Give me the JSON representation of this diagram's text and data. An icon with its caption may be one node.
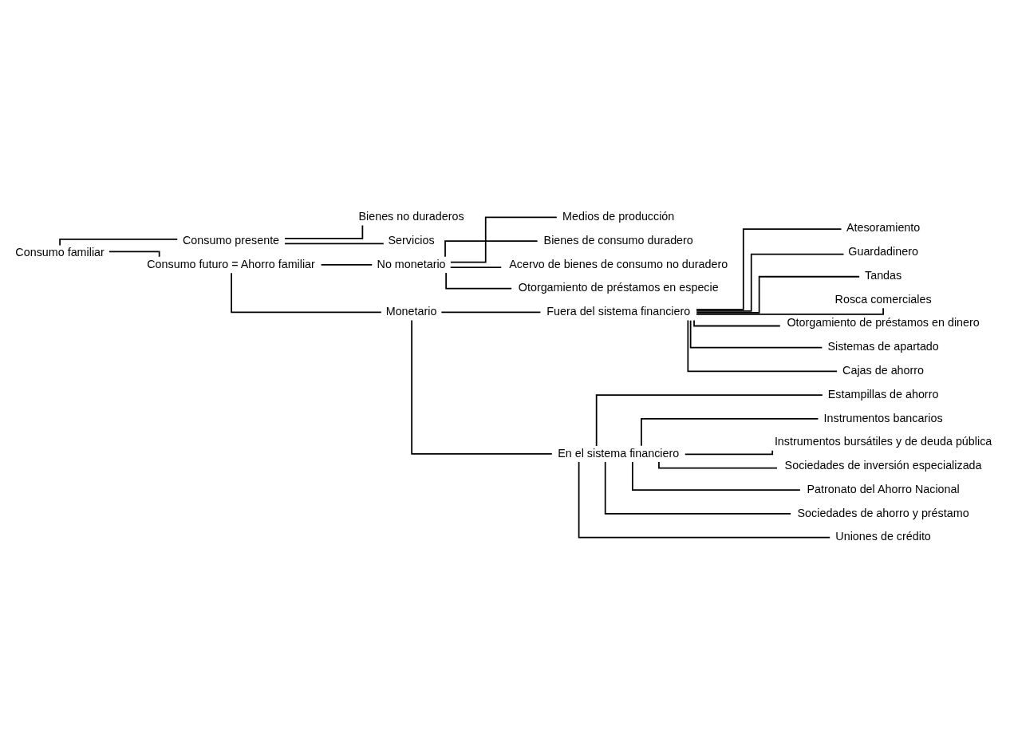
{
  "diagram": {
    "nodes": [
      {
        "text": [
          "Consumo familiar"
        ]
      },
      {
        "text": [
          "Consumo presente"
        ]
      },
      {
        "text": [
          "Bienes no duraderos"
        ]
      },
      {
        "text": [
          "Servicios"
        ]
      },
      {
        "text": [
          "Consumo futuro = Ahorro familiar"
        ]
      },
      {
        "text": [
          "No monetario"
        ]
      },
      {
        "text": [
          "Medios de producción"
        ]
      },
      {
        "text": [
          "Bienes de consumo duradero"
        ]
      },
      {
        "text": [
          "Acervo de bienes de consumo no duradero"
        ]
      },
      {
        "text": [
          "Otorgamiento de préstamos en especie"
        ]
      },
      {
        "text": [
          "Monetario"
        ]
      },
      {
        "text": [
          "Fuera del sistema financiero"
        ]
      },
      {
        "text": [
          "Atesoramiento"
        ]
      },
      {
        "text": [
          "Guardadinero"
        ]
      },
      {
        "text": [
          "Tandas"
        ]
      },
      {
        "text": [
          "Rosca comerciales"
        ]
      },
      {
        "text": [
          "Otorgamiento de préstamos en dinero"
        ]
      },
      {
        "text": [
          "Sistemas de apartado"
        ]
      },
      {
        "text": [
          "Cajas de ahorro"
        ]
      },
      {
        "text": [
          "En el sistema financiero"
        ]
      },
      {
        "text": [
          "Estampillas de ahorro"
        ]
      },
      {
        "text": [
          "Instrumentos bancarios"
        ]
      },
      {
        "text": [
          "Instrumentos bursátiles y de deuda pública"
        ]
      },
      {
        "text": [
          "Sociedades de inversión especializada"
        ]
      },
      {
        "text": [
          "Patronato del Ahorro Nacional"
        ]
      },
      {
        "text": [
          "Sociedades de ahorro y préstamo"
        ]
      },
      {
        "text": [
          "Uniones de crédito"
        ]
      }
    ],
    "edges": [
      {
        "from": 0,
        "to": 1,
        "arrow": "none"
      },
      {
        "from": 1,
        "to": 2,
        "arrow": "none"
      },
      {
        "from": 1,
        "to": 3,
        "arrow": "none"
      },
      {
        "from": 0,
        "to": 4,
        "arrow": "none"
      },
      {
        "from": 4,
        "to": 5,
        "arrow": "none"
      },
      {
        "from": 5,
        "to": 6,
        "arrow": "none"
      },
      {
        "from": 5,
        "to": 7,
        "arrow": "none"
      },
      {
        "from": 5,
        "to": 8,
        "arrow": "none"
      },
      {
        "from": 5,
        "to": 9,
        "arrow": "none"
      },
      {
        "from": 4,
        "to": 10,
        "arrow": "none"
      },
      {
        "from": 10,
        "to": 11,
        "arrow": "none"
      },
      {
        "from": 11,
        "to": 12,
        "arrow": "none"
      },
      {
        "from": 11,
        "to": 13,
        "arrow": "none"
      },
      {
        "from": 11,
        "to": 14,
        "arrow": "none"
      },
      {
        "from": 11,
        "to": 15,
        "arrow": "none"
      },
      {
        "from": 11,
        "to": 16,
        "arrow": "none"
      },
      {
        "from": 11,
        "to": 17,
        "arrow": "none"
      },
      {
        "from": 11,
        "to": 18,
        "arrow": "none"
      },
      {
        "from": 10,
        "to": 19,
        "arrow": "none"
      },
      {
        "from": 19,
        "to": 20,
        "arrow": "none"
      },
      {
        "from": 19,
        "to": 21,
        "arrow": "none"
      },
      {
        "from": 19,
        "to": 22,
        "arrow": "none"
      },
      {
        "from": 19,
        "to": 23,
        "arrow": "none"
      },
      {
        "from": 19,
        "to": 24,
        "arrow": "none"
      },
      {
        "from": 19,
        "to": 25,
        "arrow": "none"
      },
      {
        "from": 19,
        "to": 26,
        "arrow": "none"
      }
    ]
  }
}
